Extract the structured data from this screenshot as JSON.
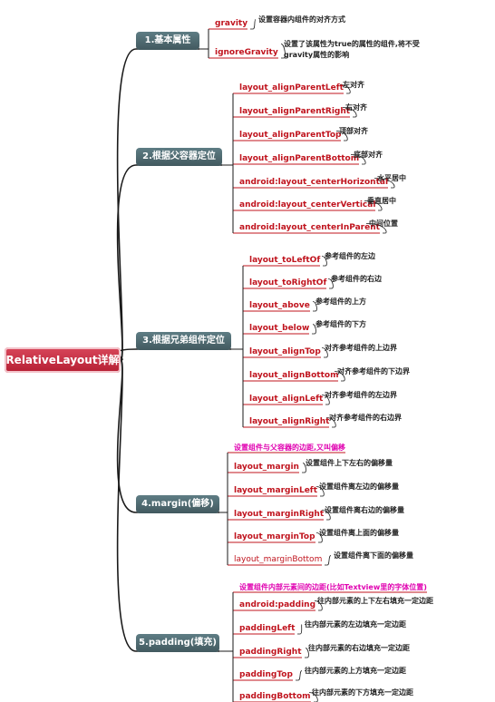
{
  "root": "RelativeLayout详解",
  "branches": [
    {
      "label": "1.基本属性",
      "items": [
        {
          "name": "gravity",
          "desc": "设置容器内组件的对齐方式"
        },
        {
          "name": "ignoreGravity",
          "desc": "设置了该属性为true的属性的组件,将不受",
          "desc2": "gravity属性的影响"
        }
      ]
    },
    {
      "label": "2.根据父容器定位",
      "items": [
        {
          "name": "layout_alignParentLeft",
          "desc": "左对齐"
        },
        {
          "name": "layout_alignParentRight",
          "desc": "右对齐"
        },
        {
          "name": "layout_alignParentTop",
          "desc": "顶部对齐"
        },
        {
          "name": "layout_alignParentBottom",
          "desc": "底部对齐"
        },
        {
          "name": "android:layout_centerHorizontal",
          "desc": "水平居中"
        },
        {
          "name": "android:layout_centerVertical",
          "desc": "垂直居中"
        },
        {
          "name": "android:layout_centerInParent",
          "desc": "中间位置"
        }
      ]
    },
    {
      "label": "3.根据兄弟组件定位",
      "items": [
        {
          "name": "layout_toLeftOf",
          "desc": "参考组件的左边"
        },
        {
          "name": "layout_toRightOf",
          "desc": "参考组件的右边"
        },
        {
          "name": "layout_above",
          "desc": "参考组件的上方"
        },
        {
          "name": "layout_below",
          "desc": "参考组件的下方"
        },
        {
          "name": "layout_alignTop",
          "desc": "对齐参考组件的上边界"
        },
        {
          "name": "layout_alignBottom",
          "desc": "对齐参考组件的下边界"
        },
        {
          "name": "layout_alignLeft",
          "desc": "对齐参考组件的左边界"
        },
        {
          "name": "layout_alignRight",
          "desc": "对齐参考组件的右边界"
        }
      ]
    },
    {
      "label": "4.margin(偏移)",
      "intro": "设置组件与父容器的边距,又叫偏移",
      "items": [
        {
          "name": "layout_margin",
          "desc": "设置组件上下左右的偏移量"
        },
        {
          "name": "layout_marginLeft",
          "desc": "设置组件离左边的偏移量"
        },
        {
          "name": "layout_marginRight",
          "desc": "设置组件离右边的偏移量"
        },
        {
          "name": "layout_marginTop",
          "desc": "设置组件离上面的偏移量"
        },
        {
          "name": "layout_marginBottom",
          "desc": "设置组件离下面的偏移量"
        }
      ]
    },
    {
      "label": "5.padding(填充)",
      "intro": "设置组件内部元素间的边距(比如Textview里的字体位置)",
      "items": [
        {
          "name": "android:padding",
          "desc": "往内部元素的上下左右填充一定边距"
        },
        {
          "name": "paddingLeft",
          "desc": "往内部元素的左边填充一定边距"
        },
        {
          "name": "paddingRight",
          "desc": "往内部元素的右边填充一定边距"
        },
        {
          "name": "paddingTop",
          "desc": "往内部元素的上方填充一定边距"
        },
        {
          "name": "paddingBottom",
          "desc": "往内部元素的下方填充一定边距"
        }
      ]
    }
  ]
}
